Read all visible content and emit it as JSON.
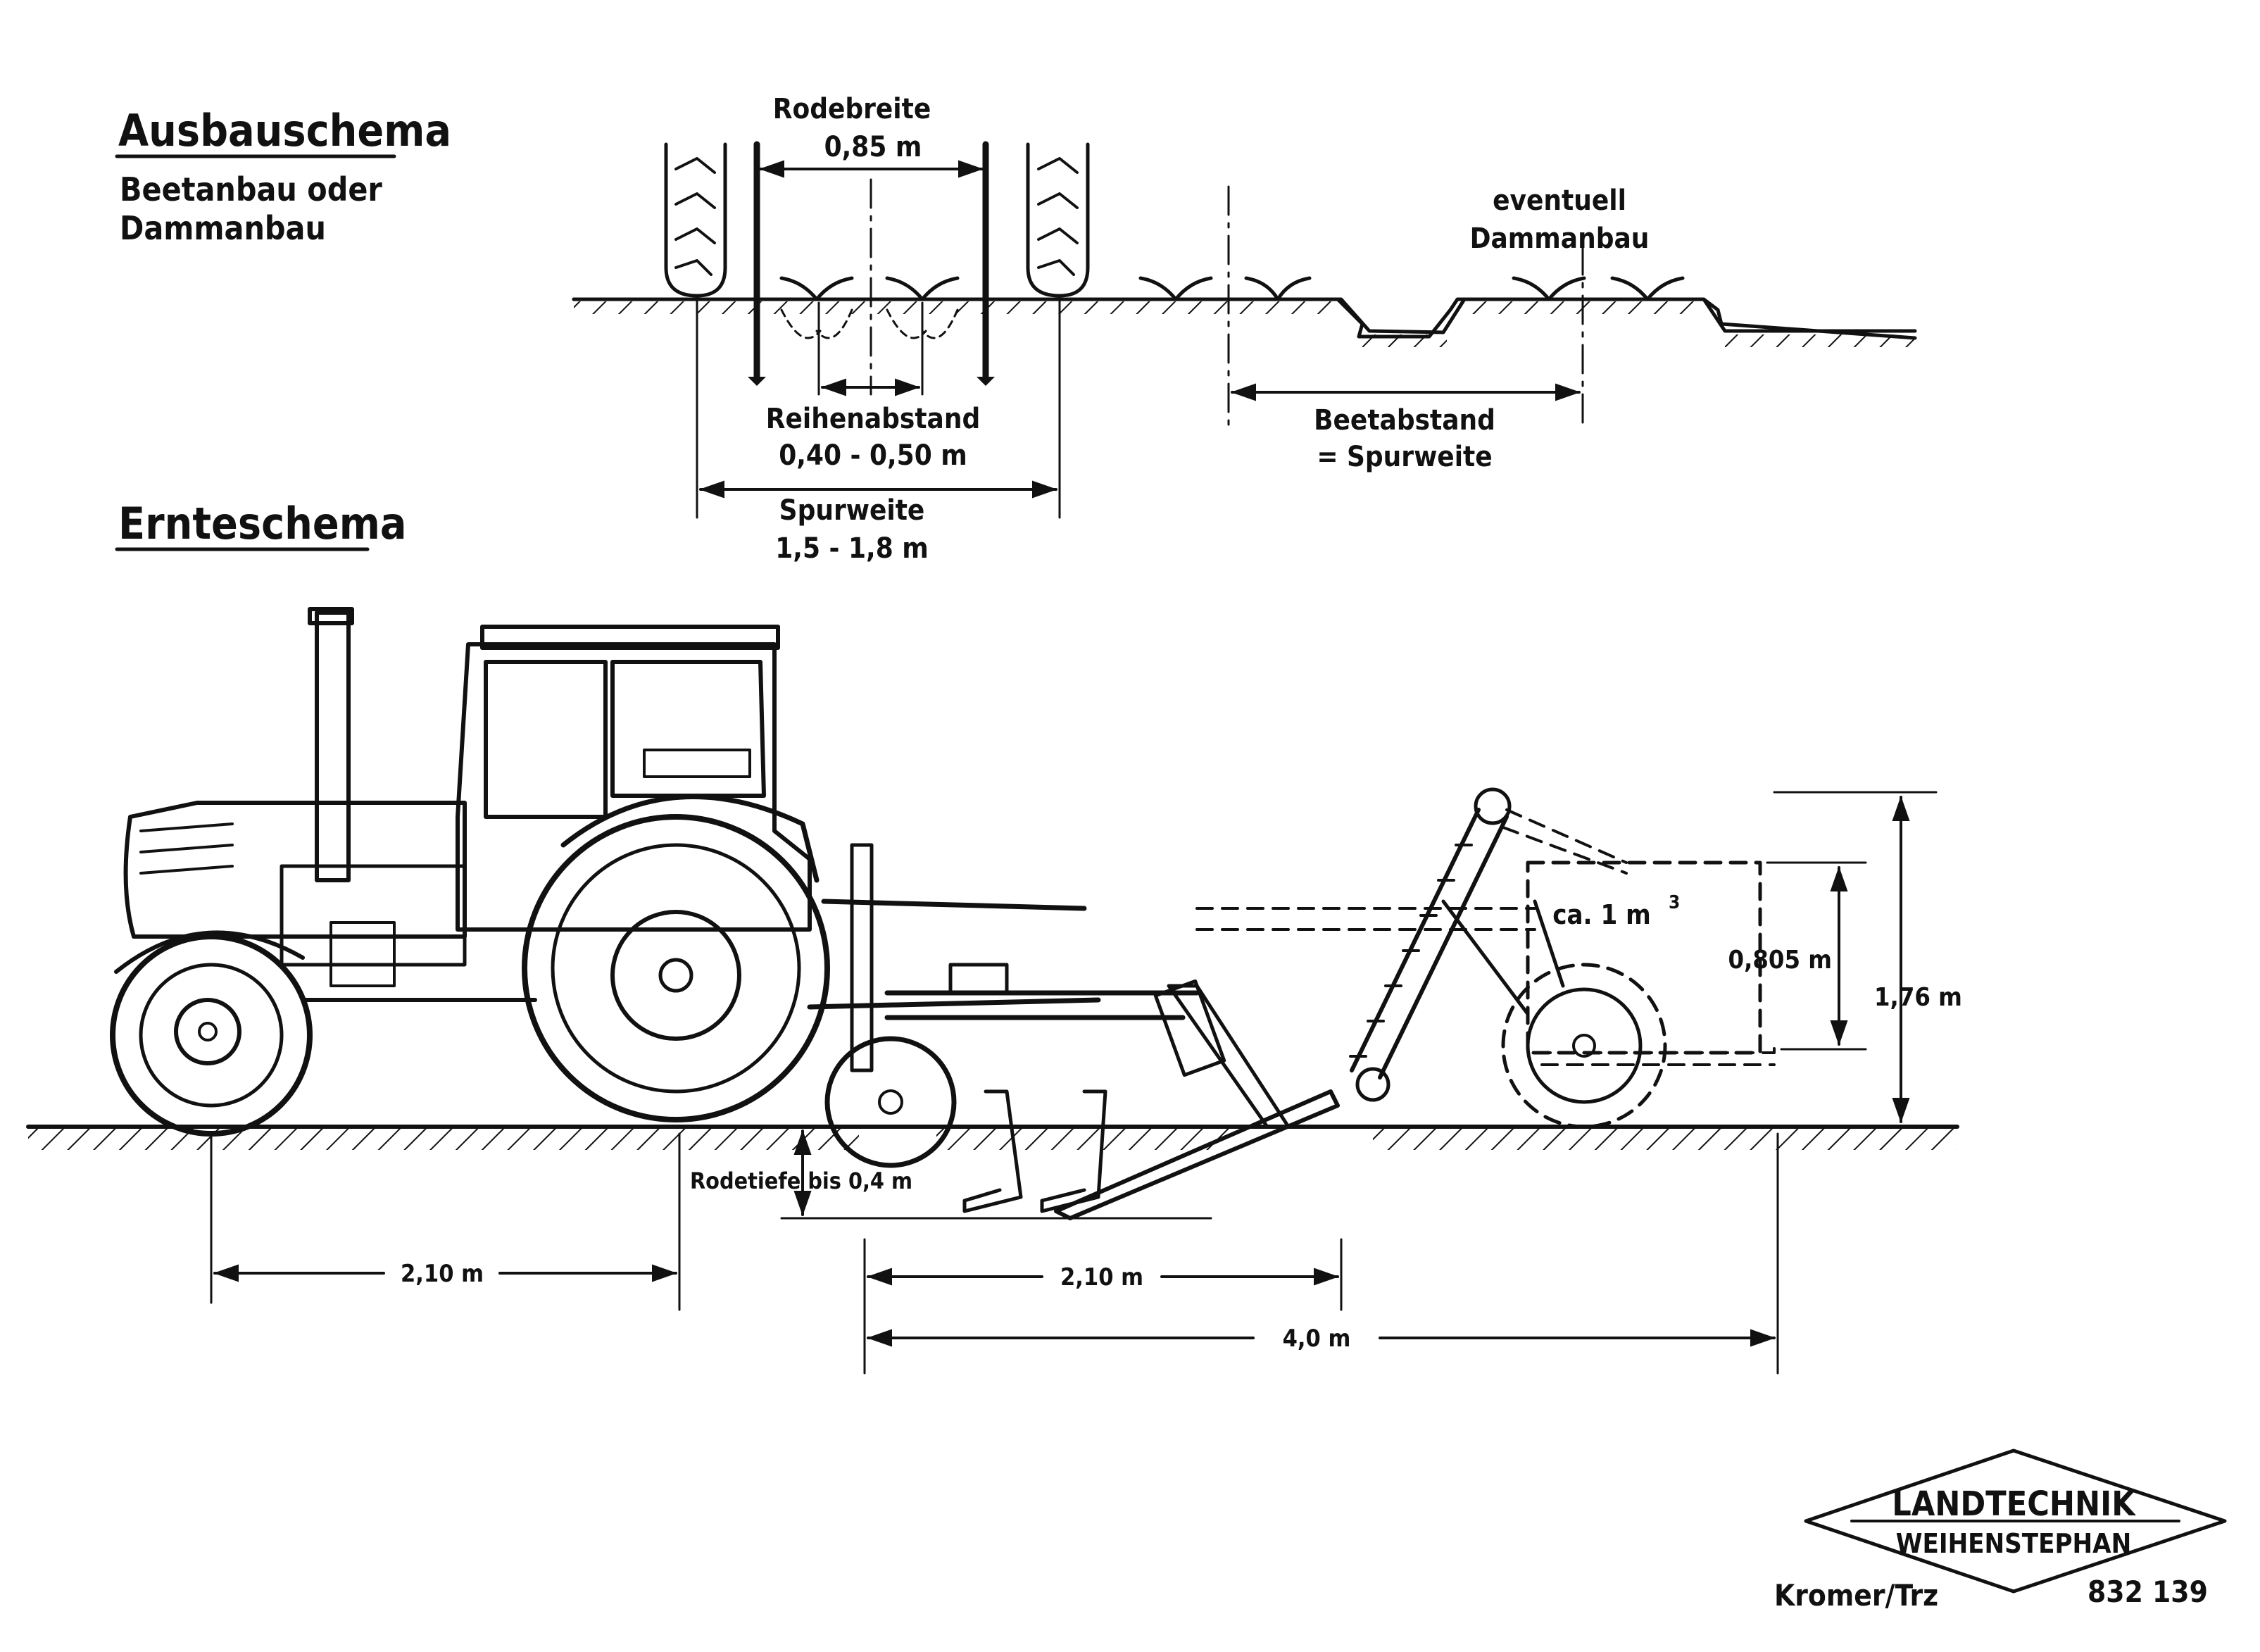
{
  "planting_schema": {
    "heading": "Ausbauschema",
    "subheading_line1": "Beetanbau oder",
    "subheading_line2": "Dammanbau",
    "rodebreite_label": "Rodebreite",
    "rodebreite_value": "0,85 m",
    "reihenabstand_label": "Reihenabstand",
    "reihenabstand_value": "0,40 - 0,50 m",
    "spurweite_label": "Spurweite",
    "spurweite_value": "1,5 - 1,8 m",
    "eventuell_line1": "eventuell",
    "eventuell_line2": "Dammanbau",
    "beetabstand_line1": "Beetabstand",
    "beetabstand_line2": "= Spurweite"
  },
  "harvest_schema": {
    "heading": "Ernteschema",
    "volume_label": "ca. 1 m",
    "volume_exponent": "3",
    "bunker_height": "0,805 m",
    "total_height": "1,76 m",
    "digging_depth": "Rodetiefe bis 0,4 m",
    "tractor_wheelbase": "2,10 m",
    "harvester_length": "2,10 m",
    "overall_length": "4,0 m"
  },
  "footer": {
    "logo_line1": "LANDTECHNIK",
    "logo_line2": "WEIHENSTEPHAN",
    "author": "Kromer/Trz",
    "drawing_number": "832 139"
  }
}
